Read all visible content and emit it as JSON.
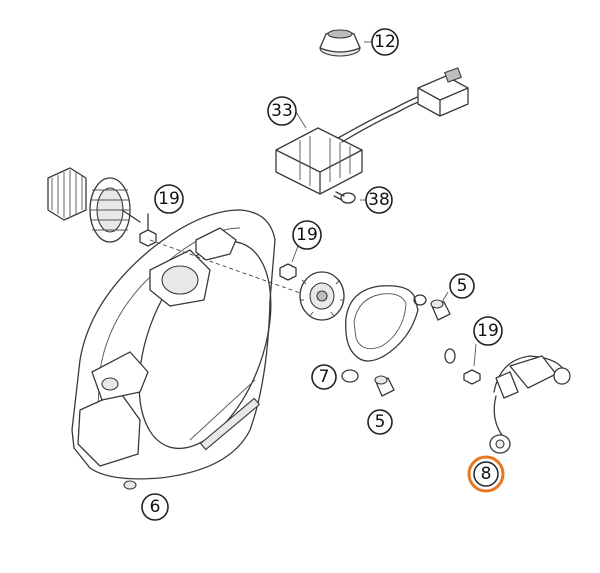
{
  "highlight_color": "#e87722",
  "callouts": [
    {
      "id": "c12",
      "label": "12"
    },
    {
      "id": "c33",
      "label": "33"
    },
    {
      "id": "c19a",
      "label": "19"
    },
    {
      "id": "c38",
      "label": "38"
    },
    {
      "id": "c19b",
      "label": "19"
    },
    {
      "id": "c5a",
      "label": "5"
    },
    {
      "id": "c19c",
      "label": "19"
    },
    {
      "id": "c7",
      "label": "7"
    },
    {
      "id": "c5b",
      "label": "5"
    },
    {
      "id": "c8",
      "label": "8",
      "highlighted": true
    },
    {
      "id": "c6",
      "label": "6"
    }
  ]
}
